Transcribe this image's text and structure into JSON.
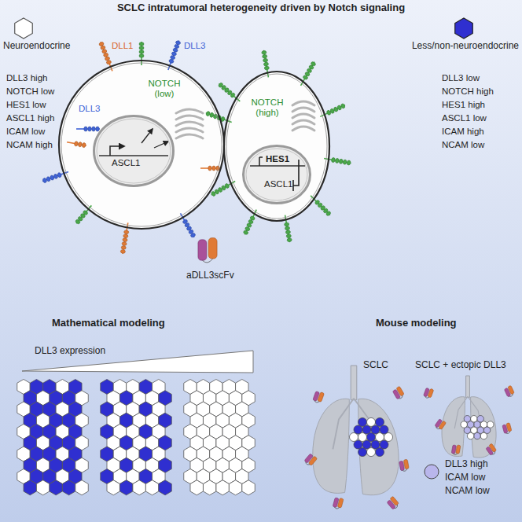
{
  "diagram": {
    "title": "SCLC intratumoral heterogeneity driven by Notch signaling",
    "nodes": [
      {
        "text": [
          "DLL3",
          "NOTCH (low)"
        ]
      },
      {
        "text": [
          "ASCL1"
        ],
        "in": 0
      },
      {
        "text": [
          "NOTCH (high)"
        ]
      },
      {
        "text": [
          "HES1",
          "ASCL1"
        ],
        "in": 2
      }
    ],
    "labels": [
      "Neuroendocrine",
      "DLL3 high",
      "NOTCH low",
      "HES1 low",
      "ASCL1 high",
      "ICAM low",
      "NCAM high",
      "Less/non-neuroendocrine",
      "DLL3 low",
      "NOTCH high",
      "HES1 high",
      "ASCL1 low",
      "ICAM high",
      "NCAM low",
      "DLL1",
      "DLL3",
      "aDLL3scFv",
      "Mathematical modeling",
      "DLL3 expression",
      "Mouse modeling",
      "SCLC",
      "SCLC + ectopic DLL3"
    ],
    "legend": [
      {
        "text": "DLL3 high",
        "color": "#b9b6ec"
      },
      {
        "text": "ICAM low"
      },
      {
        "text": "NCAM low"
      }
    ]
  }
}
